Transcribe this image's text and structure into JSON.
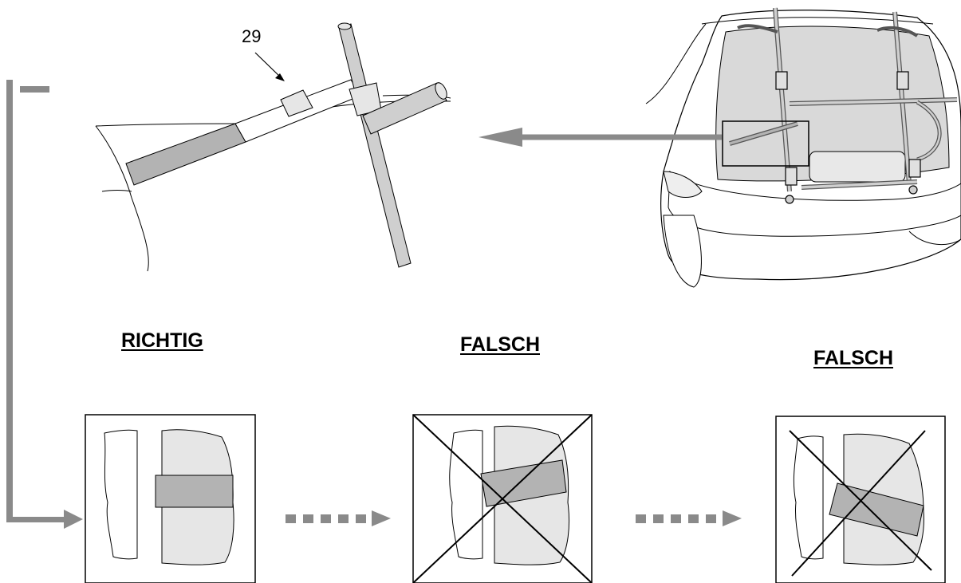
{
  "callout": {
    "number": "29"
  },
  "labels": {
    "correct": "RICHTIG",
    "wrong_1": "FALSCH",
    "wrong_2": "FALSCH"
  },
  "colors": {
    "line": "#000000",
    "arrow_gray": "#8a8a8a",
    "strap_fill": "#b3b3b3",
    "surface_fill": "#e6e6e6",
    "car_fill": "#d9d9d9",
    "background": "#ffffff"
  },
  "panels": [
    {
      "state": "correct",
      "strap_angle_deg": 0,
      "crossed": false
    },
    {
      "state": "wrong",
      "strap_angle_deg": -8,
      "crossed": true
    },
    {
      "state": "wrong",
      "strap_angle_deg": 14,
      "crossed": true
    }
  ]
}
